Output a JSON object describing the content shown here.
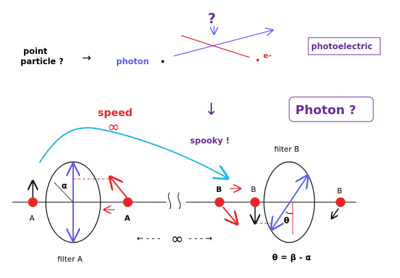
{
  "texts": {
    "point_particle_line1": "point",
    "point_particle_line2": "particle ?",
    "arrow_right": "→",
    "photon": "photon",
    "question": "?",
    "electron": "e-",
    "photoelectric": "photoelectric",
    "arrow_down": "↓",
    "photon_question": "Photon ?",
    "speed": "speed",
    "infinity_speed": "∞",
    "spooky": "spooky !",
    "filter_b": "filter B",
    "filter_a": "filter A",
    "alpha": "α",
    "theta": "θ",
    "label_a_left": "A",
    "label_a_mid": "A",
    "label_b_mid": "B",
    "label_b_right": "B",
    "label_b_far": "B",
    "distance_infinity": "∞",
    "equation": "θ = β - α"
  },
  "colors": {
    "blue_text": "#5b5bf0",
    "red": "#e8262a",
    "purple": "#6a2c9c",
    "cyan": "#1cb8ea",
    "black": "#000000"
  }
}
